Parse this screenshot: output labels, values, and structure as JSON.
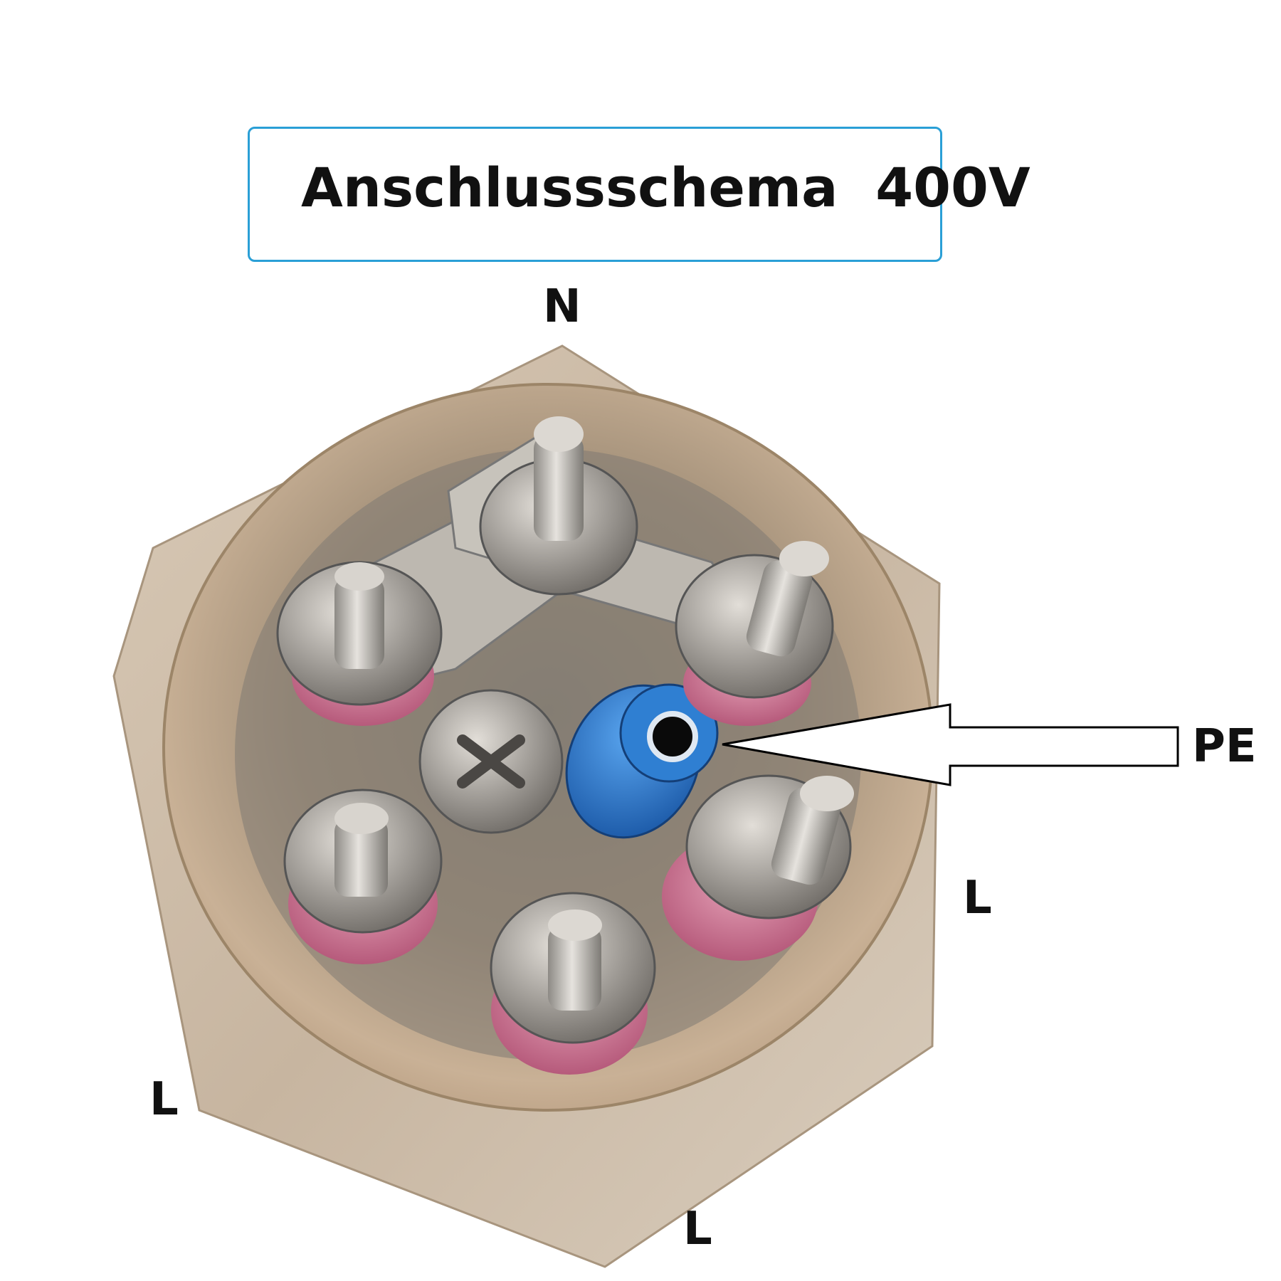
{
  "title": "Anschlussschema  400V",
  "labels": {
    "neutral": "N",
    "earth": "PE",
    "phase_right": "L",
    "phase_left": "L",
    "phase_bottom": "L"
  },
  "colors": {
    "title_border": "#2a9fd6",
    "insulator": "#c46a88",
    "earth_terminal": "#2d78c8",
    "metal": "#b9b5ae",
    "flange": "#c9b9a6"
  }
}
